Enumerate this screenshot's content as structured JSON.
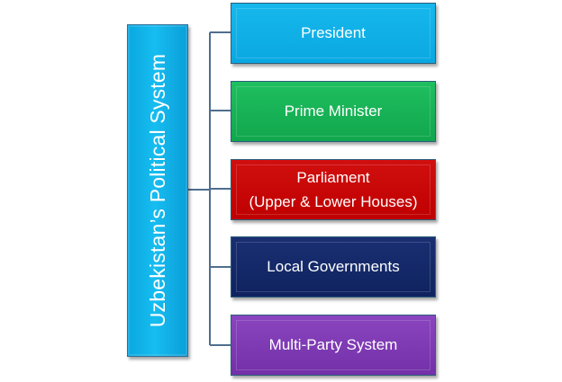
{
  "diagram": {
    "root_label": "Uzbekistan’s Political  System",
    "nodes": [
      {
        "id": "president",
        "label": "President",
        "fill": "#0AA8E2"
      },
      {
        "id": "prime-minister",
        "label": "Prime Minister",
        "fill": "#11A64D"
      },
      {
        "id": "parliament",
        "label_line1": "Parliament",
        "label_line2": "(Upper & Lower Houses)",
        "fill": "#BF0000"
      },
      {
        "id": "local-governments",
        "label": "Local Governments",
        "fill": "#0F2360"
      },
      {
        "id": "multi-party-system",
        "label": "Multi-Party System",
        "fill": "#7330A8"
      }
    ],
    "colors": {
      "root_fill": "#0AA7E1",
      "connector": "#4F6F8F",
      "text": "#FFFFFF"
    }
  }
}
